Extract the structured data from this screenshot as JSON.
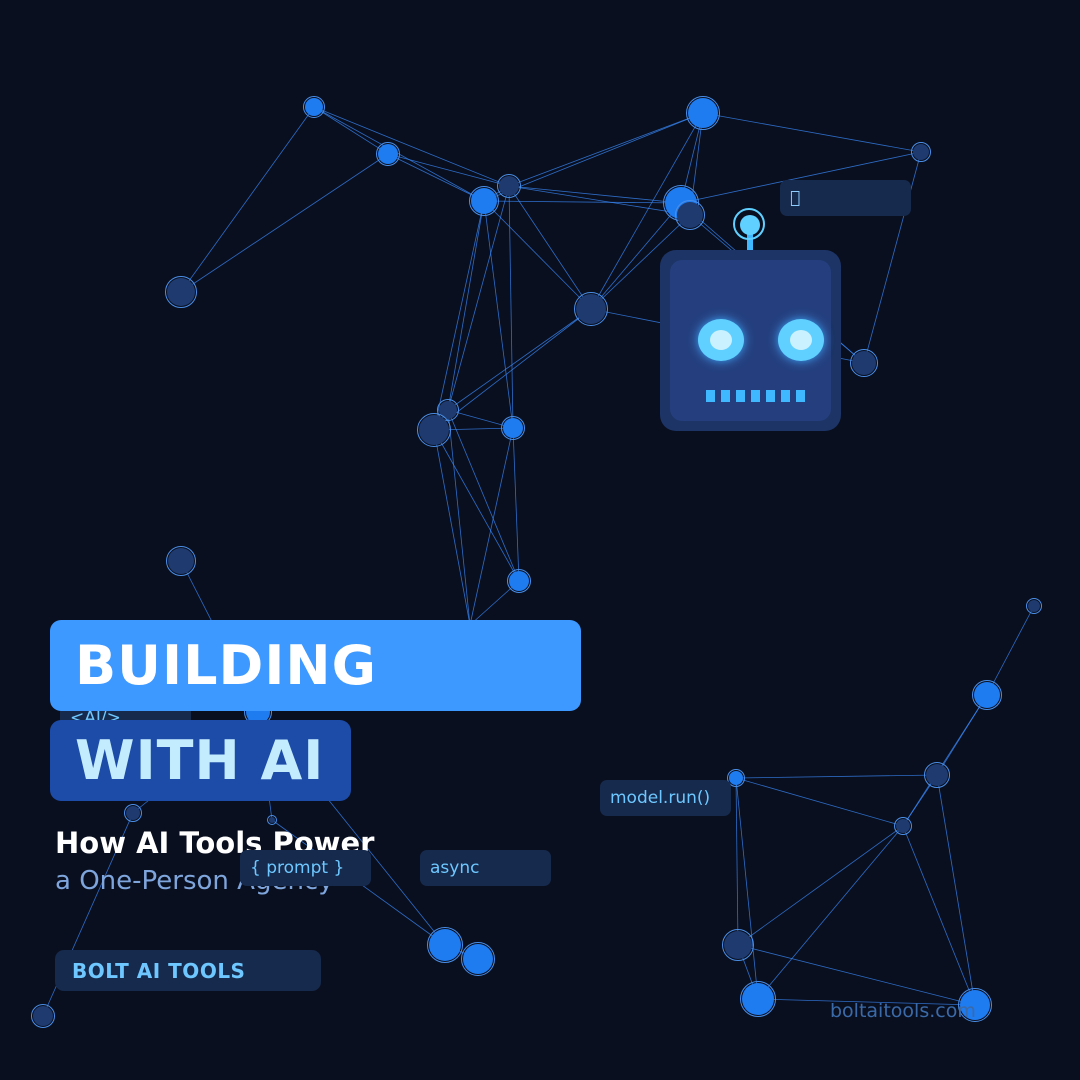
{
  "headline": {
    "line1": "BUILDING",
    "line2": "WITH AI"
  },
  "subtitle": {
    "line1": "How AI Tools Power",
    "line2": "a One-Person Agency"
  },
  "brand": "BOLT AI TOOLS",
  "website": "boltaitools.com",
  "code_chips": {
    "robot_badge": "\u0000",
    "ai_tag": "<AI/>",
    "prompt": "{ prompt }",
    "async": "async",
    "model_run": "model.run()"
  },
  "colors": {
    "background": "#0a0f1f",
    "accent_blue": "#3d98ff",
    "deep_blue": "#1d4ba8",
    "cyan": "#5fd0ff",
    "network_line": "#3a8cff"
  },
  "icons": [
    "robot-icon",
    "network-graph"
  ]
}
